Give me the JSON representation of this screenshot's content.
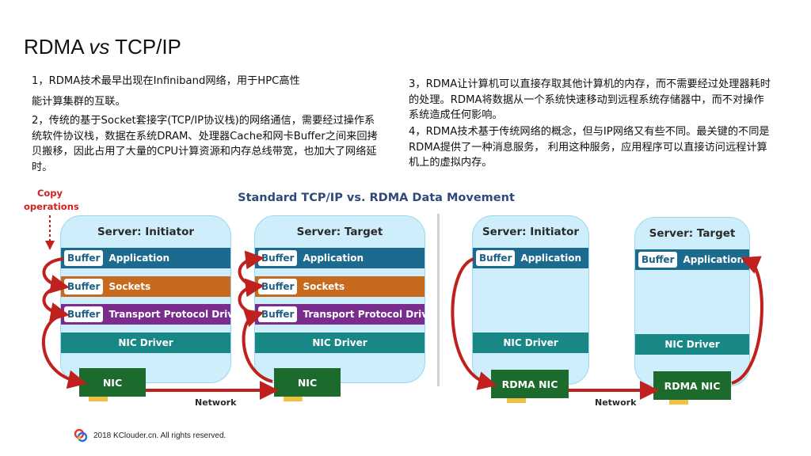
{
  "title": {
    "main": "RDMA ",
    "vs": "vs",
    "rest": " TCP/IP"
  },
  "paragraphs": {
    "p1_line1": "1，RDMA技术最早出现在Infiniband网络，用于HPC高性",
    "p1_line2": "能计算集群的互联。",
    "p2": "2，传统的基于Socket套接字(TCP/IP协议栈)的网络通信，需要经过操作系统软件协议栈，数据在系统DRAM、处理器Cache和网卡Buffer之间来回拷贝搬移，因此占用了大量的CPU计算资源和内存总线带宽，也加大了网络延时。",
    "p3": "3，RDMA让计算机可以直接存取其他计算机的内存，而不需要经过处理器耗时的处理。RDMA将数据从一个系统快速移动到远程系统存储器中，而不对操作系统造成任何影响。",
    "p4": "4，RDMA技术基于传统网络的概念，但与IP网络又有些不同。最关键的不同是RDMA提供了一种消息服务， 利用这种服务，应用程序可以直接访问远程计算机上的虚拟内存。"
  },
  "diagram": {
    "title": "Standard TCP/IP vs. RDMA Data Movement",
    "copy_label": "Copy operations",
    "buffer_label": "Buffer",
    "layers": {
      "application": "Application",
      "sockets": "Sockets",
      "transport": "Transport Protocol Driver",
      "nic_driver": "NIC Driver"
    },
    "servers": {
      "tcp_initiator": "Server: Initiator",
      "tcp_target": "Server: Target",
      "rdma_initiator": "Server: Initiator",
      "rdma_target": "Server: Target"
    },
    "nic": "NIC",
    "rdma_nic": "RDMA NIC",
    "network": "Network",
    "colors": {
      "server_bg": "#cfeefb",
      "application": "#1d6a8f",
      "sockets": "#c76a1e",
      "transport": "#7b2d8e",
      "nic_driver": "#1a8787",
      "nic": "#1c6a2c",
      "arrow": "#c0201e",
      "title": "#2e4a7a"
    }
  },
  "footer": {
    "text": "2018 KClouder.cn. All rights reserved."
  }
}
